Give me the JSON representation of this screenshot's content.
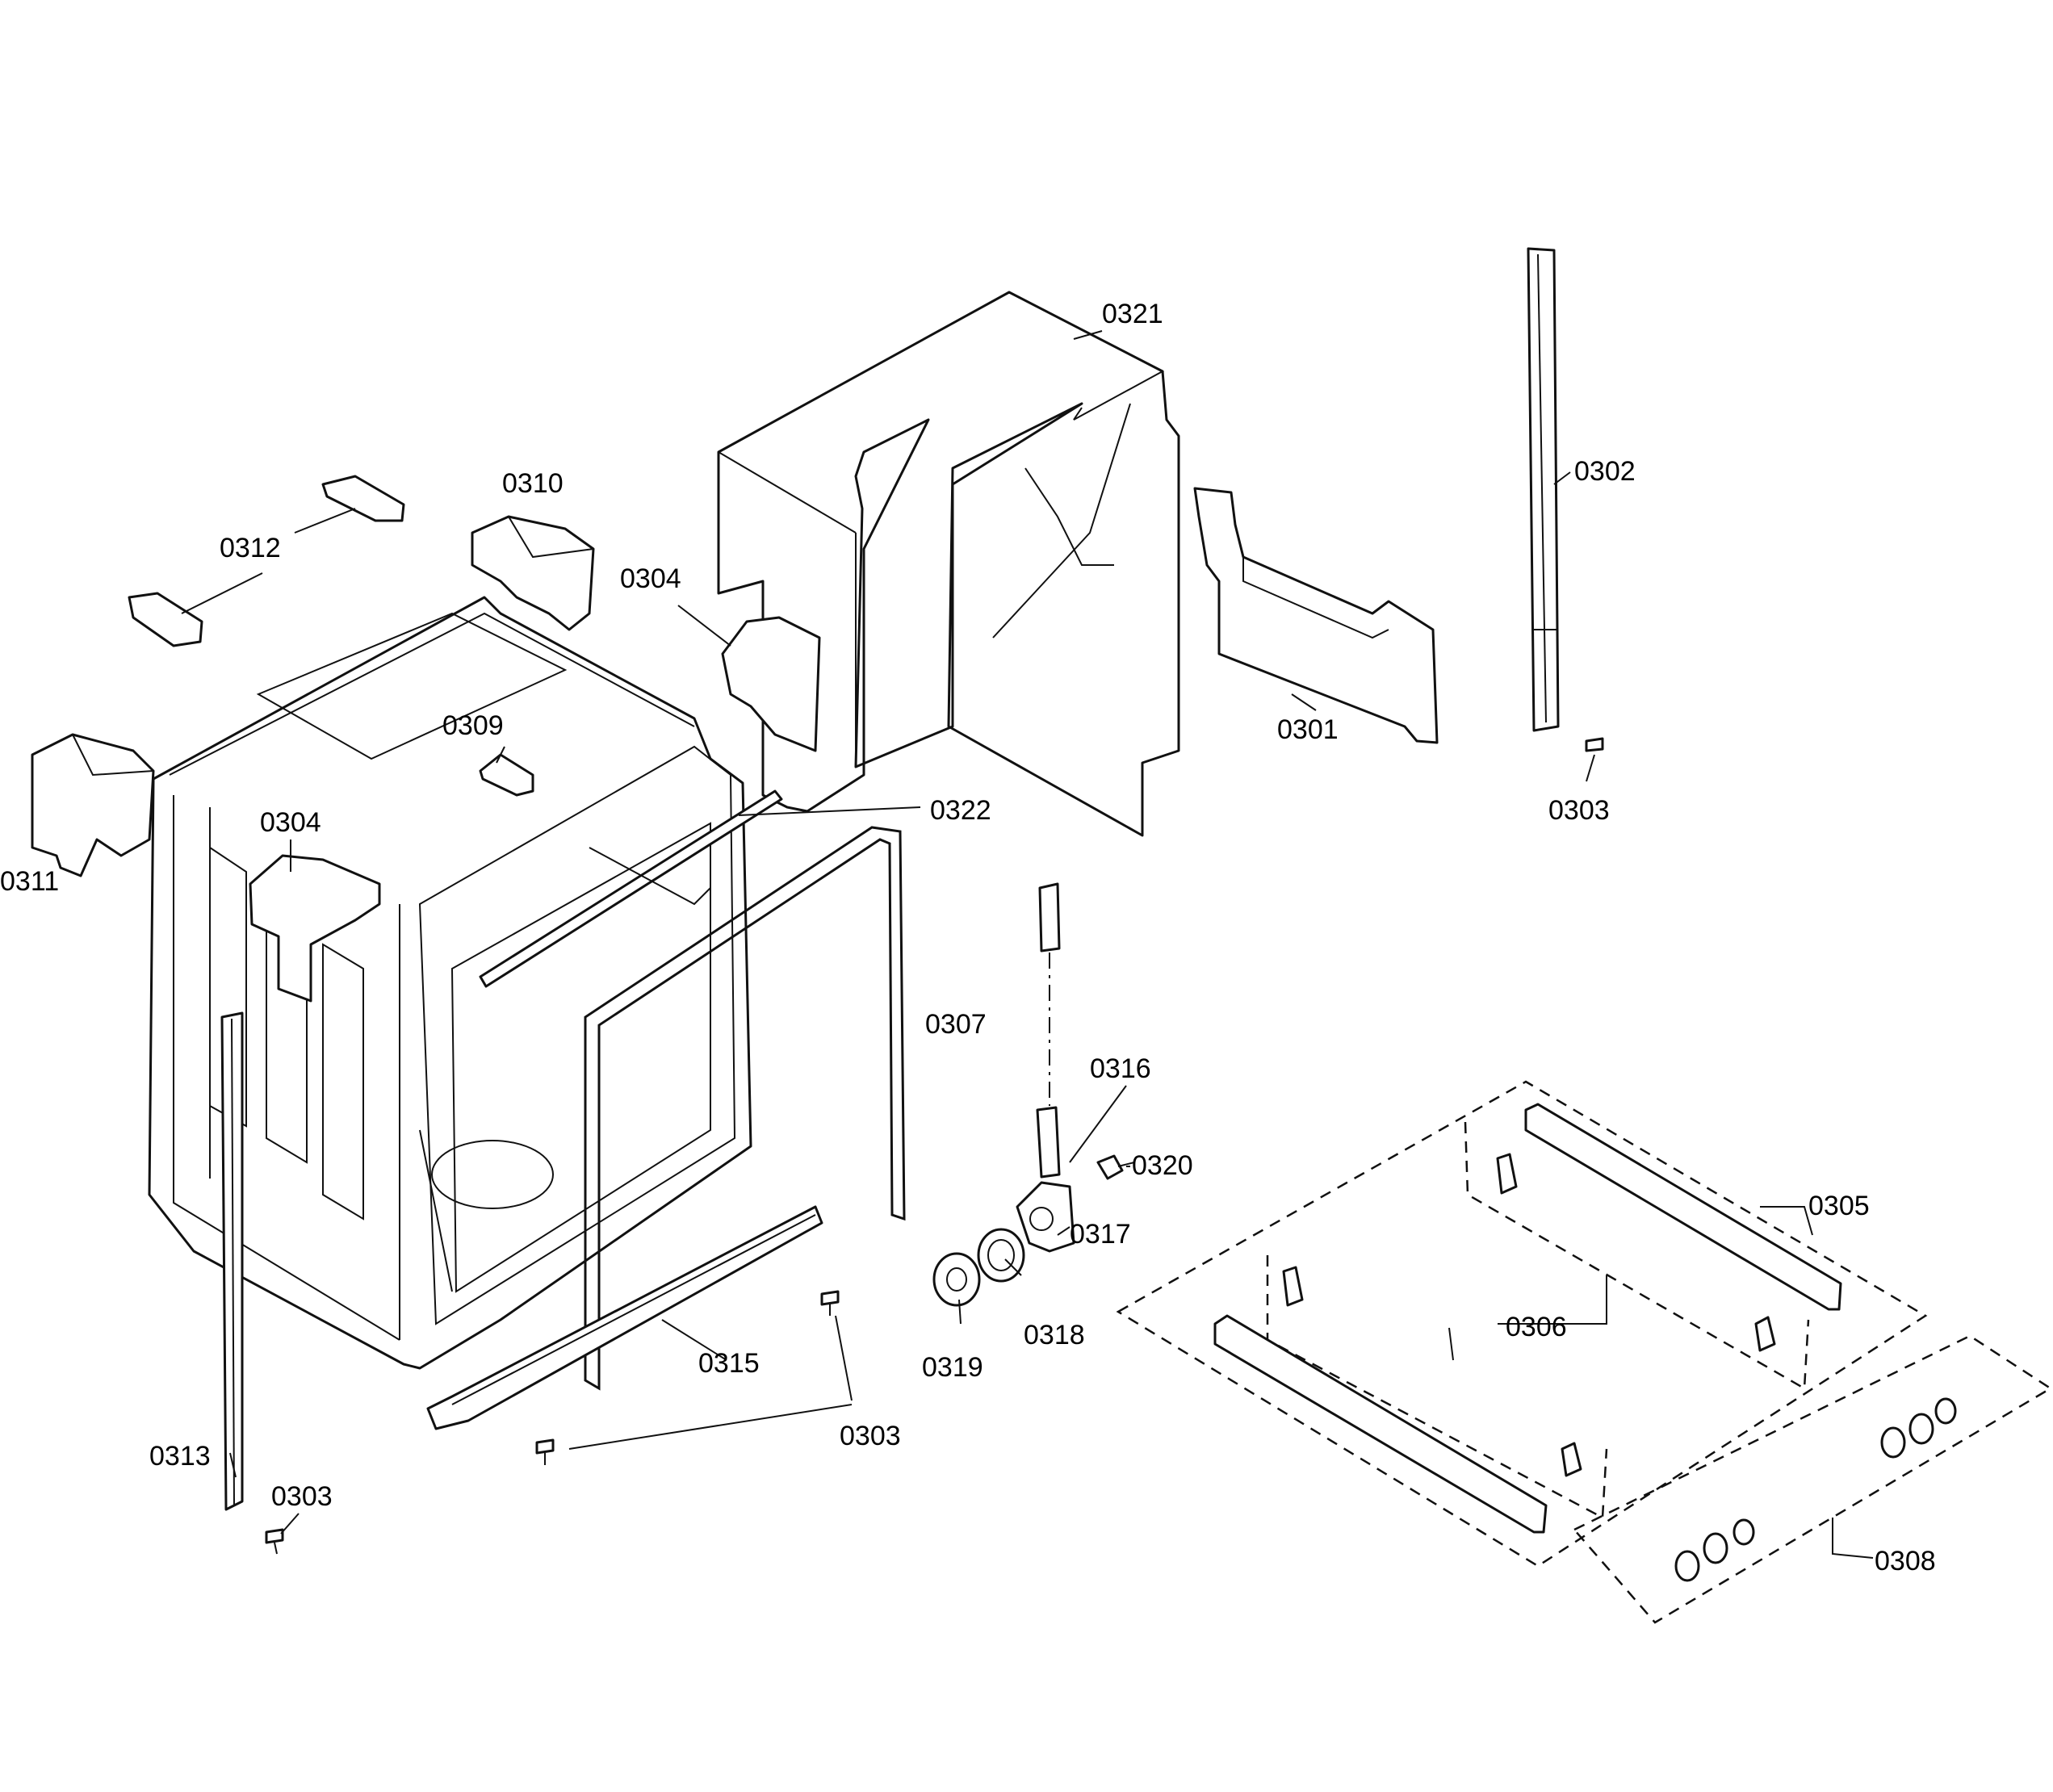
{
  "diagram": {
    "line_color": "#111111",
    "background": "#ffffff",
    "part_labels": [
      {
        "id": "0321",
        "text": "0321"
      },
      {
        "id": "0302",
        "text": "0302"
      },
      {
        "id": "0310",
        "text": "0310"
      },
      {
        "id": "0312",
        "text": "0312"
      },
      {
        "id": "0304a",
        "text": "0304"
      },
      {
        "id": "0301",
        "text": "0301"
      },
      {
        "id": "0309",
        "text": "0309"
      },
      {
        "id": "0304b",
        "text": "0304"
      },
      {
        "id": "0322",
        "text": "0322"
      },
      {
        "id": "0303a",
        "text": "0303"
      },
      {
        "id": "0311",
        "text": "0311"
      },
      {
        "id": "0307",
        "text": "0307"
      },
      {
        "id": "0316",
        "text": "0316"
      },
      {
        "id": "0320",
        "text": "0320"
      },
      {
        "id": "0305",
        "text": "0305"
      },
      {
        "id": "0317",
        "text": "0317"
      },
      {
        "id": "0306",
        "text": "0306"
      },
      {
        "id": "0315",
        "text": "0315"
      },
      {
        "id": "0318",
        "text": "0318"
      },
      {
        "id": "0319",
        "text": "0319"
      },
      {
        "id": "0303b",
        "text": "0303"
      },
      {
        "id": "0313",
        "text": "0313"
      },
      {
        "id": "0303c",
        "text": "0303"
      },
      {
        "id": "0308",
        "text": "0308"
      }
    ]
  }
}
